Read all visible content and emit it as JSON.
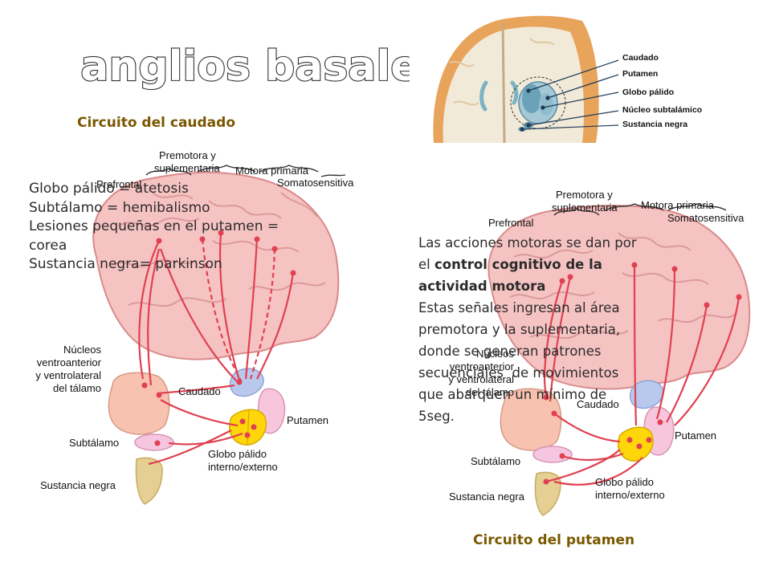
{
  "title": "Ganglios basales",
  "left_panel": {
    "heading": "Circuito del caudado",
    "labels": {
      "premotora": "Premotora y",
      "suplementaria": "suplementaria",
      "motora_primaria": "Motora primaria",
      "somatosensitiva": "Somatosensitiva",
      "prefrontal": "Prefrontal",
      "nucleos_1": "Núcleos",
      "nucleos_2": "ventroanterior",
      "nucleos_3": "y ventrolateral",
      "nucleos_4": "del tálamo",
      "caudado": "Caudado",
      "putamen": "Putamen",
      "subtalamo": "Subtálamo",
      "globo_1": "Globo pálido",
      "globo_2": "interno/externo",
      "sustancia": "Sustancia negra"
    },
    "overlay_lines": [
      "Globo pálido = atetosis",
      "Subtálamo = hemibalismo",
      "Lesiones pequeñas en el putamen =",
      "corea",
      "Sustancia negra= parkinson"
    ]
  },
  "inset": {
    "labels": [
      "Caudado",
      "Putamen",
      "Globo pálido",
      "Núcleo subtalámico",
      "Sustancia negra"
    ]
  },
  "right_panel": {
    "heading": "Circuito del putamen",
    "labels": {
      "premotora": "Premotora y",
      "suplementaria": "suplementaria",
      "motora_primaria": "Motora primaria",
      "somatosensitiva": "Somatosensitiva",
      "prefrontal": "Prefrontal",
      "nucleos_1": "Núcleos",
      "nucleos_2": "ventroanterior",
      "nucleos_3": "y ventrolateral",
      "nucleos_4": "del tálamo",
      "caudado": "Caudado",
      "putamen": "Putamen",
      "subtalamo": "Subtálamo",
      "globo_1": "Globo pálido",
      "globo_2": "interno/externo",
      "sustancia": "Sustancia negra"
    },
    "overlay": {
      "line1": "Las acciones motoras se dan por",
      "line2_prefix": "el ",
      "line2_bold": "control cognitivo de la",
      "line3_bold": "actividad motora",
      "line4": "Estas señales ingresan al área",
      "line5": "premotora y la suplementaria,",
      "line6": "donde se generan patrones",
      "line7": "secuenciales  de movimientos",
      "line8": "que abarquen un mínimo de",
      "line9": "5seg."
    }
  },
  "colors": {
    "title_fill": "#ffffff",
    "title_stroke": "#333333",
    "heading": "#7a5800",
    "brain": "#f6c3c3",
    "brain_lines": "#d98a8a",
    "pathway": "#e04050",
    "caudate": "#b9c9ee",
    "putamen": "#f7c6dd",
    "globus": "#ffd60a",
    "thalamus": "#f8c2b0",
    "subthalamus": "#f6c6e0",
    "substantia": "#e6cf93"
  }
}
